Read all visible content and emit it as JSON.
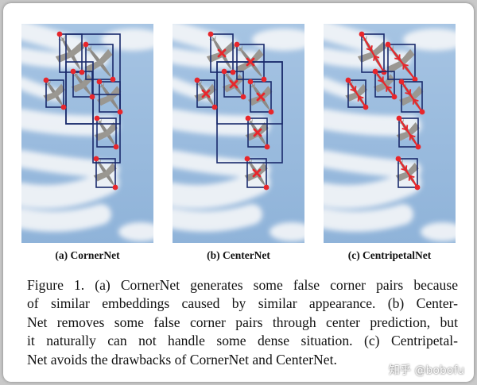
{
  "figure": {
    "panels": [
      {
        "id": "a",
        "label": "(a) CornerNet",
        "method": "cornernet"
      },
      {
        "id": "b",
        "label": "(b) CenterNet",
        "method": "centernet"
      },
      {
        "id": "c",
        "label": "(c) CentripetalNet",
        "method": "centripetal"
      }
    ],
    "colors": {
      "box": "#1a2a6c",
      "keypoint": "#e8262b",
      "sky": "#8fb3d9",
      "smoke": "#f3f5f8"
    },
    "caption_lines": [
      "Figure 1. (a) CornerNet generates some false corner pairs because",
      "of similar embeddings caused by similar appearance. (b) Center-",
      "Net removes some false corner pairs through center prediction, but",
      "it naturally can not handle some dense situation. (c) Centripetal-",
      "Net avoids the drawbacks of CornerNet and CenterNet."
    ],
    "watermark": "知乎 @bobofu"
  }
}
